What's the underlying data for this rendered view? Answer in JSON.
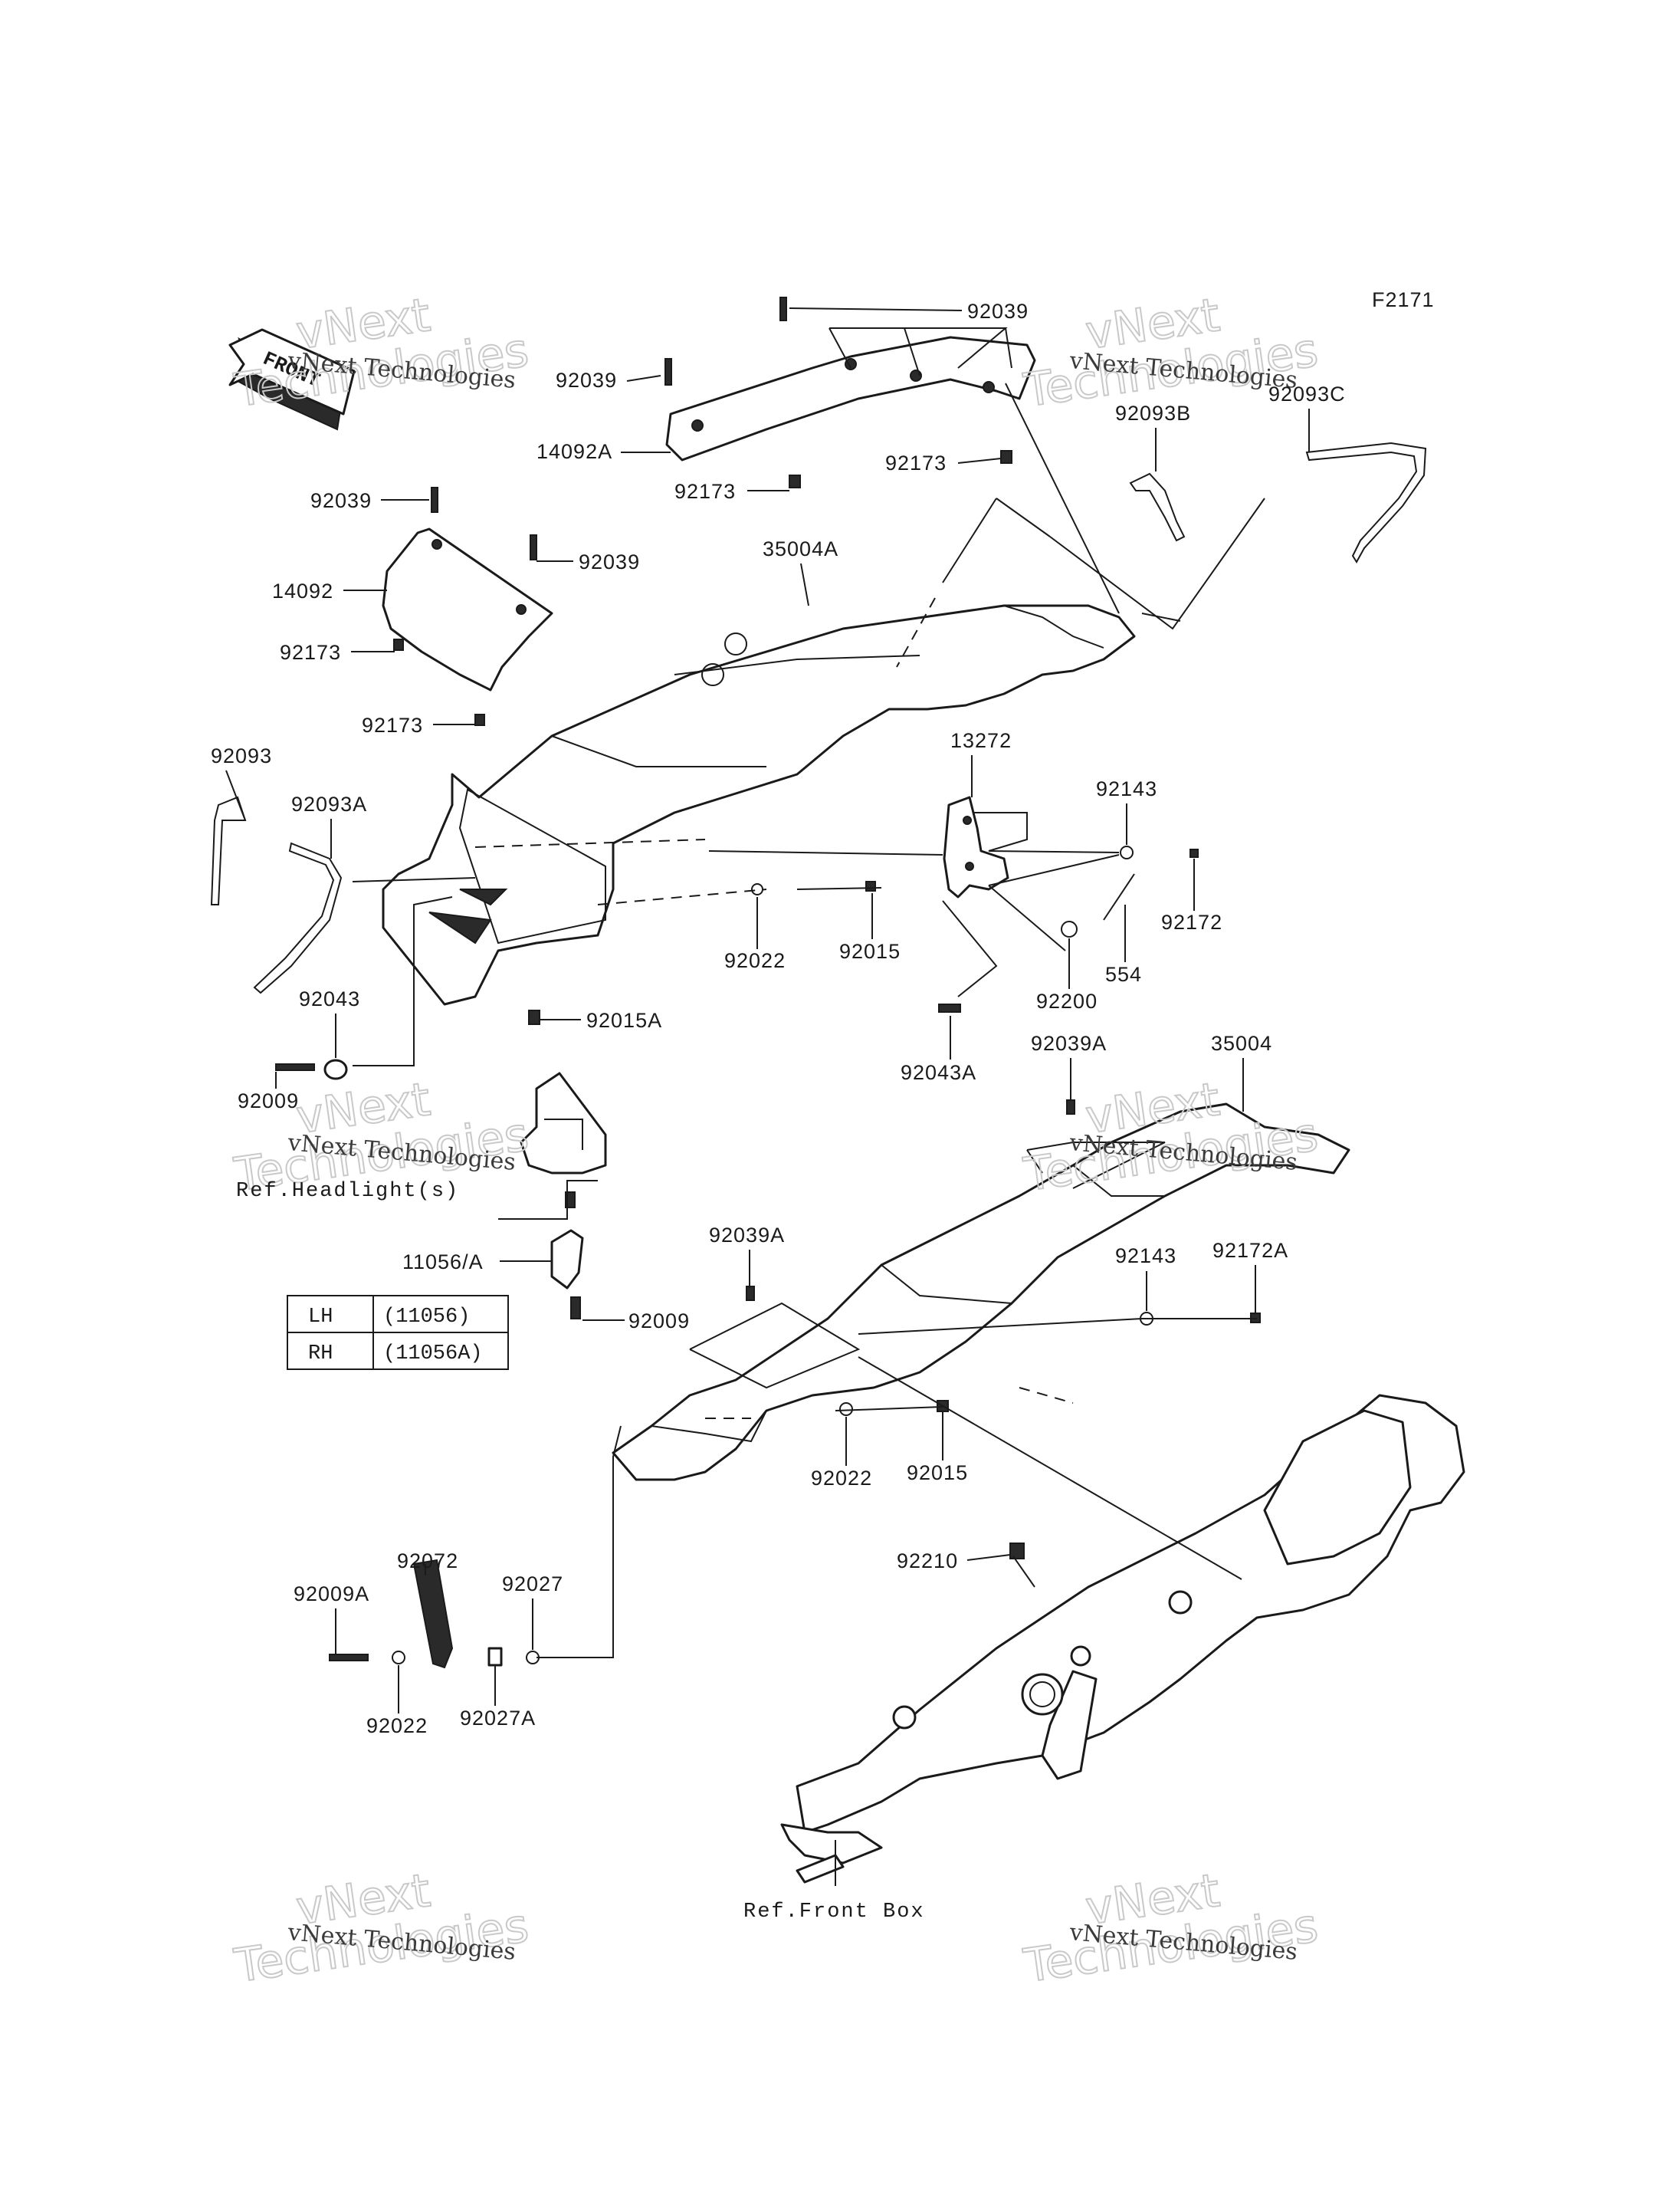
{
  "figure_code": "F2171",
  "front_badge": "FRONT",
  "watermark": {
    "line1": "vNext Technologies",
    "big_top": "vNext",
    "big_bottom": "Technologies"
  },
  "references": {
    "headlight": "Ref.Headlight(s)",
    "front_box": "Ref.Front Box"
  },
  "side_table": {
    "rows": [
      {
        "side": "LH",
        "part": "(11056)"
      },
      {
        "side": "RH",
        "part": "(11056A)"
      }
    ]
  },
  "labels": {
    "p92039_top": "92039",
    "p92039_a": "92039",
    "p14092A": "14092A",
    "p92173_a": "92173",
    "p92173_b": "92173",
    "p92093B": "92093B",
    "p92093C": "92093C",
    "p92039_left": "92039",
    "p92039_left2": "92039",
    "p14092": "14092",
    "p35004A": "35004A",
    "p92173_c": "92173",
    "p92173_d": "92173",
    "p92093": "92093",
    "p92093A": "92093A",
    "p13272": "13272",
    "p92143_a": "92143",
    "p92022_a": "92022",
    "p92015_a": "92015",
    "p92172": "92172",
    "p554": "554",
    "p92200": "92200",
    "p92043": "92043",
    "p92015A": "92015A",
    "p92009_a": "92009",
    "p92043A": "92043A",
    "p92039A_a": "92039A",
    "p35004": "35004",
    "p11056A": "11056/A",
    "p92009_b": "92009",
    "p92039A_b": "92039A",
    "p92143_b": "92143",
    "p92172A": "92172A",
    "p92022_b": "92022",
    "p92015_b": "92015",
    "p92210": "92210",
    "p92072": "92072",
    "p92027": "92027",
    "p92009A": "92009A",
    "p92022_c": "92022",
    "p92027A": "92027A"
  }
}
